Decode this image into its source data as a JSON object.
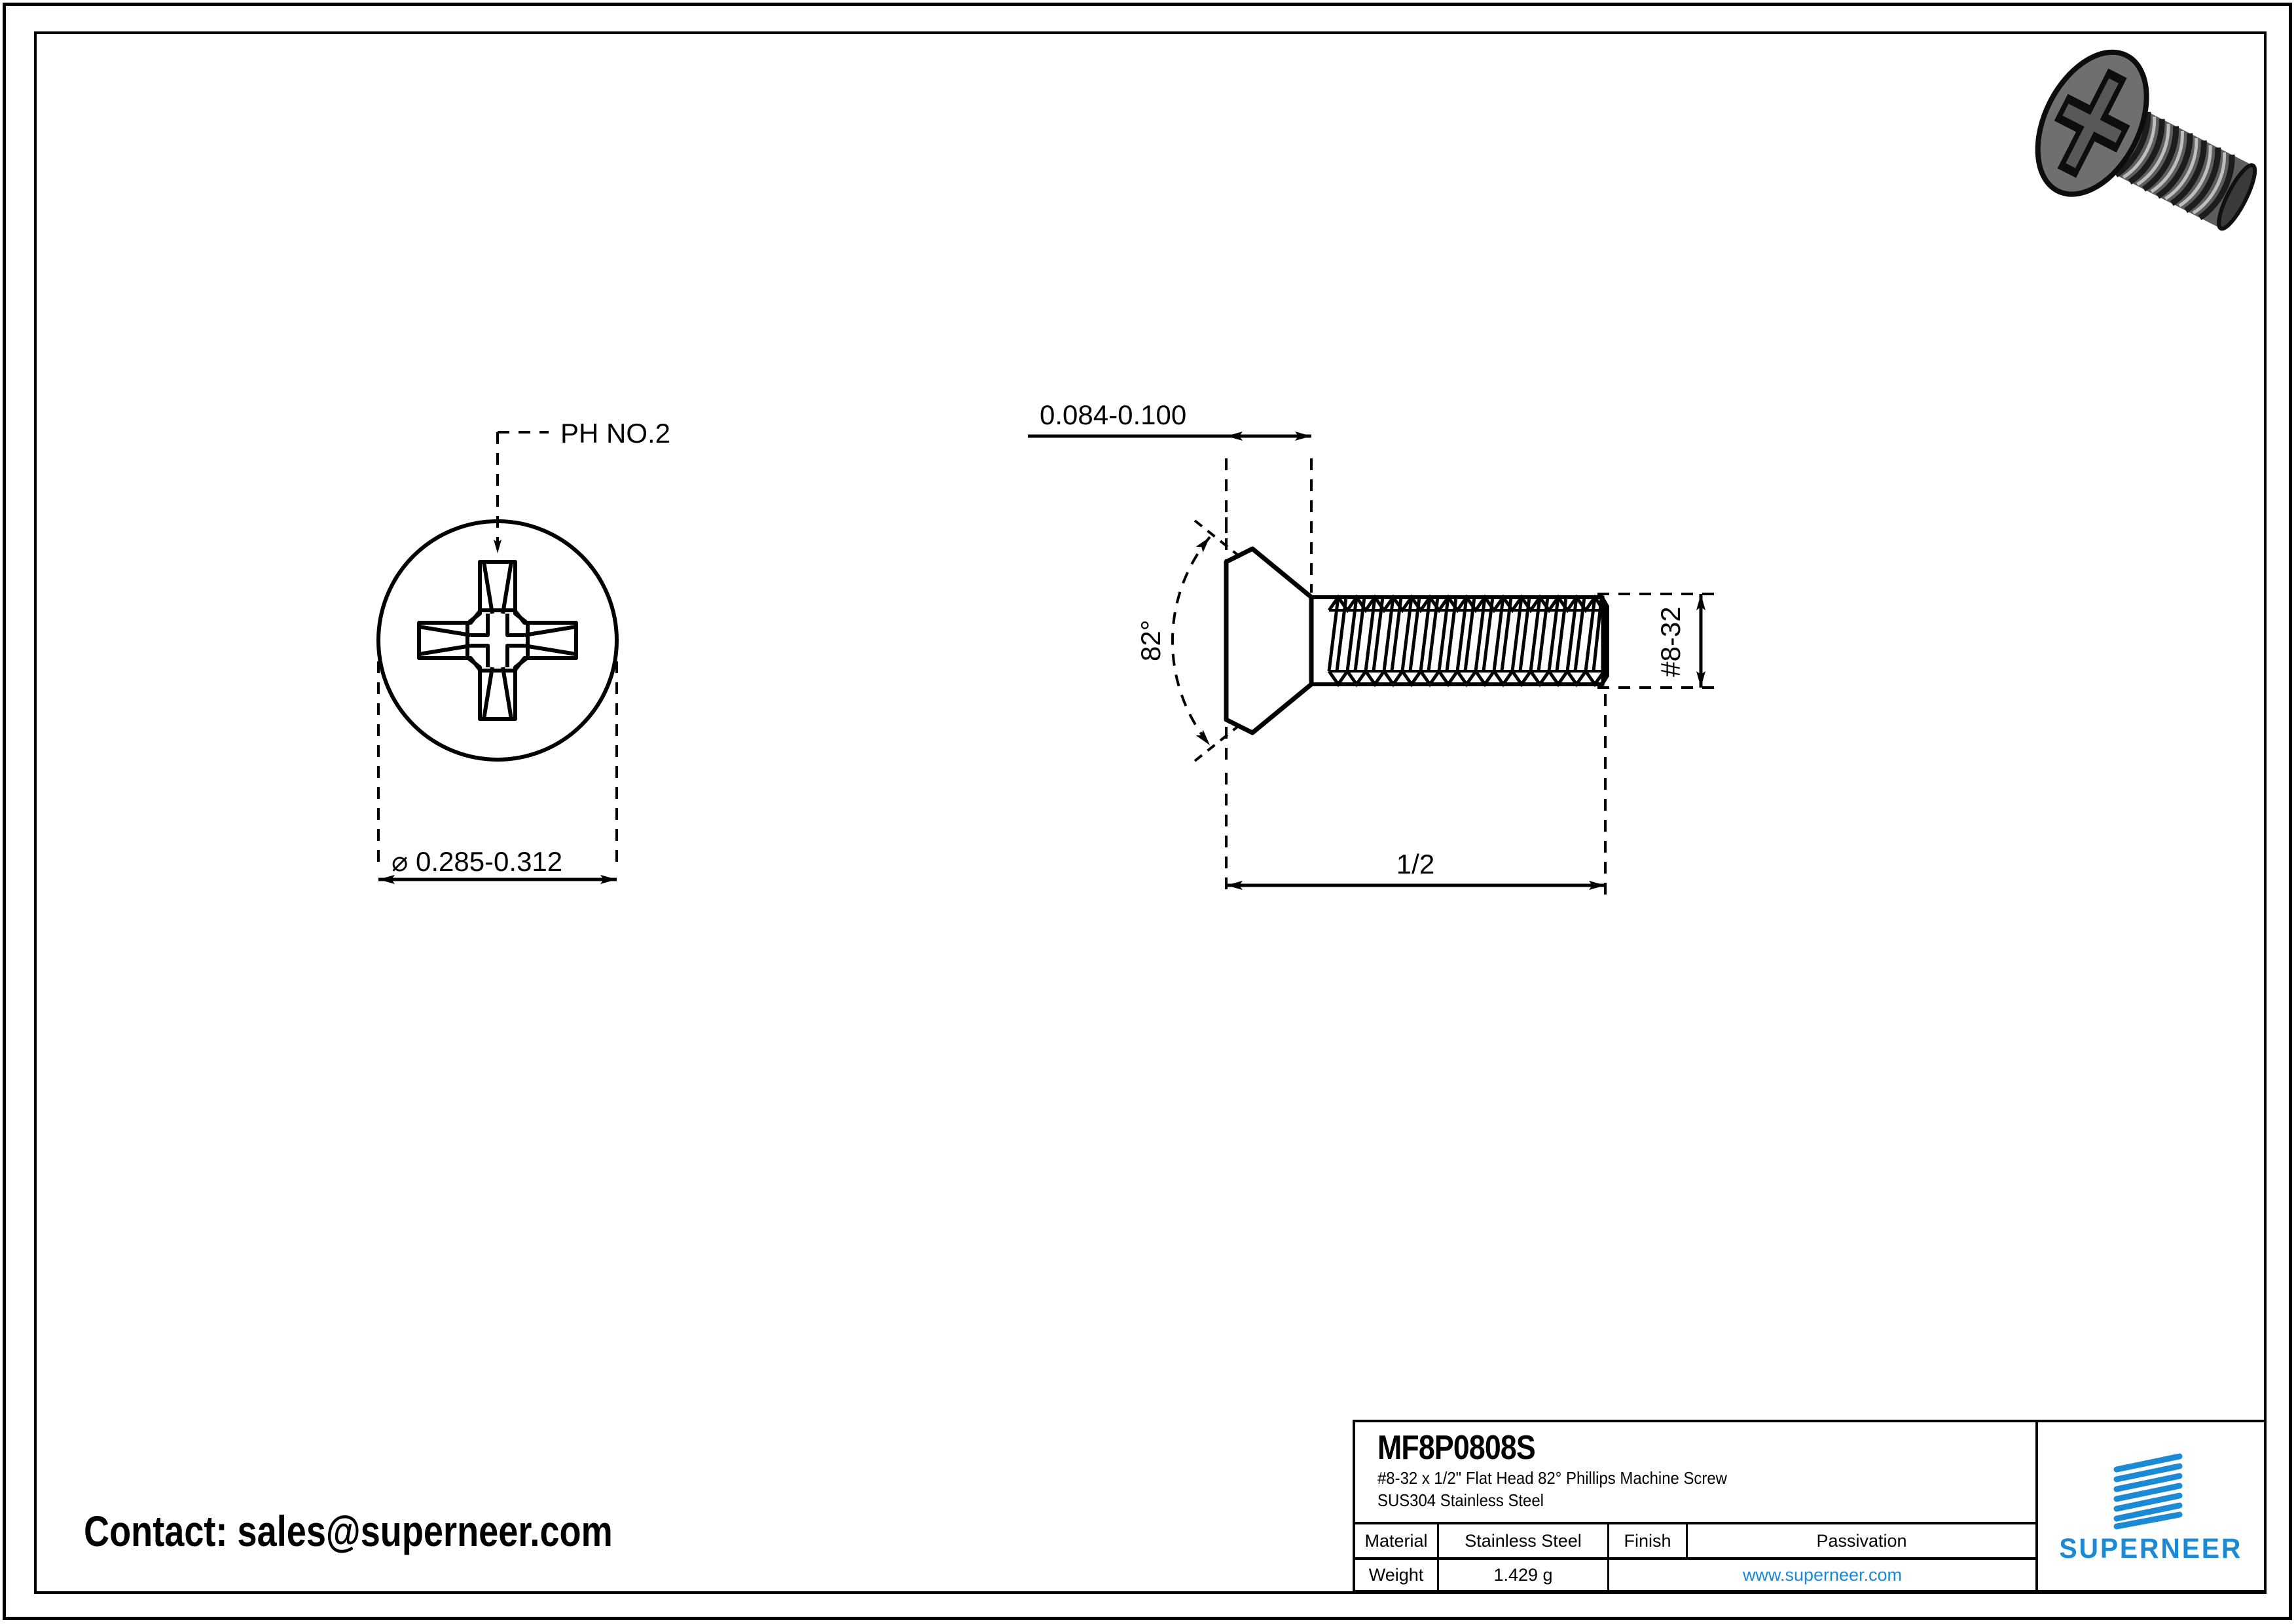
{
  "sheet": {
    "background": "#ffffff",
    "line_color": "#000000",
    "accent_color": "#1b8ad4"
  },
  "head_view": {
    "callout_label": "PH NO.2",
    "diameter_dimension": "⌀ 0.285-0.312",
    "diameter_symbol": "⌀",
    "diameter_value": "0.285-0.312"
  },
  "side_view": {
    "head_height_dimension": "0.084-0.100",
    "angle_dimension": "82°",
    "thread_size_dimension": "#8-32",
    "length_dimension": "1/2"
  },
  "render": {
    "alt": "3D rendering of flat head Phillips machine screw",
    "head_color": "#6e6e6e",
    "shank_color": "#b8b8b8"
  },
  "title_block": {
    "part_number": "MF8P0808S",
    "description_line_1": "#8-32 x 1/2\" Flat Head 82° Phillips Machine Screw",
    "description_line_2": "SUS304 Stainless Steel",
    "material_label": "Material",
    "material_value": "Stainless Steel",
    "finish_label": "Finish",
    "finish_value": "Passivation",
    "weight_label": "Weight",
    "weight_value": "1.429 g",
    "website": "www.superneer.com",
    "logo_text": "SUPERNEER"
  },
  "contact": {
    "text": "Contact: sales@superneer.com"
  }
}
